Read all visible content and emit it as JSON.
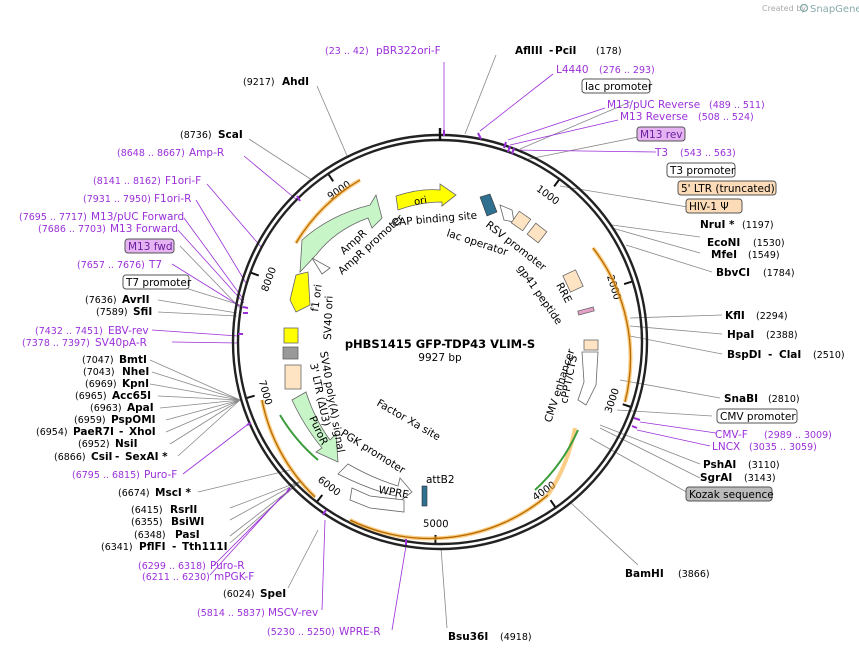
{
  "credit": {
    "created_by": "Created by",
    "brand": "SnapGene"
  },
  "plasmid": {
    "name": "pHBS1415 GFP-TDP43 VLIM-S",
    "length": "9927 bp"
  },
  "ticks": [
    "1000",
    "2000",
    "3000",
    "4000",
    "5000",
    "6000",
    "7000",
    "8000",
    "9000"
  ],
  "colors": {
    "enzyme": "#000000",
    "primer": "#9b30d9",
    "feature_orange": "#f5a623",
    "feature_green": "#c8f5c8",
    "ori_yellow": "#ffff00"
  },
  "enzymes": [
    {
      "name": "AflIII",
      "name2": "PciI",
      "pos": "(178)"
    },
    {
      "name": "AhdI",
      "pos": "(9217)"
    },
    {
      "name": "ScaI",
      "pos": "(8736)"
    },
    {
      "name": "NruI *",
      "pos": "(1197)"
    },
    {
      "name": "EcoNI",
      "pos": "(1530)"
    },
    {
      "name": "MfeI",
      "pos": "(1549)"
    },
    {
      "name": "BbvCI",
      "pos": "(1784)"
    },
    {
      "name": "KflI",
      "pos": "(2294)"
    },
    {
      "name": "HpaI",
      "pos": "(2388)"
    },
    {
      "name": "BspDI",
      "name2": "ClaI",
      "pos": "(2510)"
    },
    {
      "name": "SnaBI",
      "pos": "(2810)"
    },
    {
      "name": "PshAI",
      "pos": "(3110)"
    },
    {
      "name": "SgrAI",
      "pos": "(3143)"
    },
    {
      "name": "BamHI",
      "pos": "(3866)"
    },
    {
      "name": "Bsu36I",
      "pos": "(4918)"
    },
    {
      "name": "SpeI",
      "pos": "(6024)"
    },
    {
      "name": "PflFI",
      "name2": "Tth111I",
      "pos": "(6341)"
    },
    {
      "name": "PasI",
      "pos": "(6348)"
    },
    {
      "name": "BsiWI",
      "pos": "(6355)"
    },
    {
      "name": "RsrII",
      "pos": "(6415)"
    },
    {
      "name": "MscI *",
      "pos": "(6674)"
    },
    {
      "name": "CsiI",
      "name2": "SexAI *",
      "pos": "(6866)"
    },
    {
      "name": "NsiI",
      "pos": "(6952)"
    },
    {
      "name": "PaeR7I",
      "name2": "XhoI",
      "pos": "(6954)"
    },
    {
      "name": "PspOMI",
      "pos": "(6959)"
    },
    {
      "name": "ApaI",
      "pos": "(6963)"
    },
    {
      "name": "Acc65I",
      "pos": "(6965)"
    },
    {
      "name": "KpnI",
      "pos": "(6969)"
    },
    {
      "name": "NheI",
      "pos": "(7043)"
    },
    {
      "name": "BmtI",
      "pos": "(7047)"
    },
    {
      "name": "SfiI",
      "pos": "(7589)"
    },
    {
      "name": "AvrII",
      "pos": "(7636)"
    }
  ],
  "primers": [
    {
      "range": "(23 .. 42)",
      "name": "pBR322ori-F"
    },
    {
      "range": "(276 .. 293)",
      "name": "L4440"
    },
    {
      "range": "(489 .. 511)",
      "name": "M13/pUC Reverse"
    },
    {
      "range": "(508 .. 524)",
      "name": "M13 Reverse"
    },
    {
      "range": "(543 .. 563)",
      "name": "T3"
    },
    {
      "range": "(8648 .. 8667)",
      "name": "Amp-R"
    },
    {
      "range": "(8141 .. 8162)",
      "name": "F1ori-F"
    },
    {
      "range": "(7931 .. 7950)",
      "name": "F1ori-R"
    },
    {
      "range": "(7695 .. 7717)",
      "name": "M13/pUC Forward"
    },
    {
      "range": "(7686 .. 7703)",
      "name": "M13 Forward"
    },
    {
      "range": "(7657 .. 7676)",
      "name": "T7"
    },
    {
      "range": "(7432 .. 7451)",
      "name": "EBV-rev"
    },
    {
      "range": "(7378 .. 7397)",
      "name": "SV40pA-R"
    },
    {
      "range": "(6795 .. 6815)",
      "name": "Puro-F"
    },
    {
      "range": "(6299 .. 6318)",
      "name": "Puro-R"
    },
    {
      "range": "(6211 .. 6230)",
      "name": "mPGK-F"
    },
    {
      "range": "(5814 .. 5837)",
      "name": "MSCV-rev"
    },
    {
      "range": "(5230 .. 5250)",
      "name": "WPRE-R"
    },
    {
      "range": "(2989 .. 3009)",
      "name": "CMV-F"
    },
    {
      "range": "(3035 .. 3059)",
      "name": "LNCX"
    }
  ],
  "boxes": {
    "lac_promoter": "lac promoter",
    "m13_rev": "M13 rev",
    "t3_promoter": "T3 promoter",
    "ltr5": "5' LTR (truncated)",
    "hiv1": "HIV-1 Ψ",
    "m13_fwd": "M13 fwd",
    "t7_promoter": "T7 promoter",
    "cmv_promoter": "CMV promoter",
    "kozak": "Kozak sequence"
  },
  "inner_labels": {
    "ori": "ori",
    "cap": "CAP binding site",
    "lac_operator": "lac operator",
    "rsv": "RSV promoter",
    "gp41": "gp41 peptide",
    "rre": "RRE",
    "cppt": "cPPT/CTS",
    "cmv_enh": "CMV enhancer",
    "ampr": "AmpR",
    "ampr_prom": "AmpR promoter",
    "f1": "f1 ori",
    "sv40": "SV40 ori",
    "sv40pa": "SV40 poly(A) signal",
    "ltr3": "3' LTR (ΔU3)",
    "puror": "PuroR",
    "pgk": "PGK promoter",
    "factor": "Factor Xa site",
    "wpre": "WPRE",
    "attb2": "attB2"
  }
}
